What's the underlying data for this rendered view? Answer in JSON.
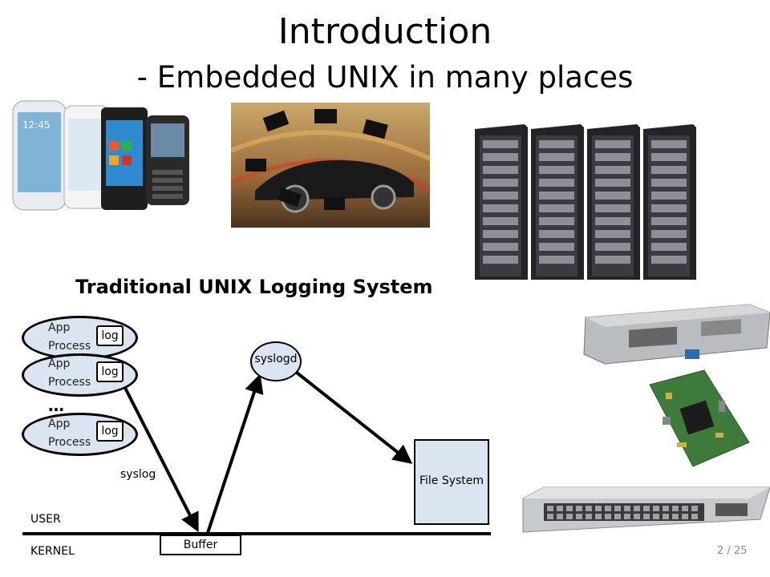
{
  "slide": {
    "title": "Introduction",
    "subtitle": "- Embedded UNIX in many places",
    "page_number": "2 / 25"
  },
  "diagram": {
    "title": "Traditional UNIX Logging System",
    "processes": [
      {
        "label_1": "App",
        "label_2": "Process",
        "log": "log"
      },
      {
        "label_1": "App",
        "label_2": "Process",
        "log": "log"
      },
      {
        "label_1": "App",
        "label_2": "Process",
        "log": "log"
      }
    ],
    "ellipsis": "…",
    "syslogd": "syslogd",
    "syslog_label": "syslog",
    "file_system": "File System",
    "buffer": "Buffer",
    "user_label": "USER",
    "kernel_label": "KERNEL"
  },
  "images": [
    {
      "icon": "smartphones-photo"
    },
    {
      "icon": "car-chips-photo"
    },
    {
      "icon": "server-racks-photo"
    },
    {
      "icon": "blade-server-photo"
    },
    {
      "icon": "circuit-board-photo"
    },
    {
      "icon": "network-switch-photo"
    }
  ]
}
